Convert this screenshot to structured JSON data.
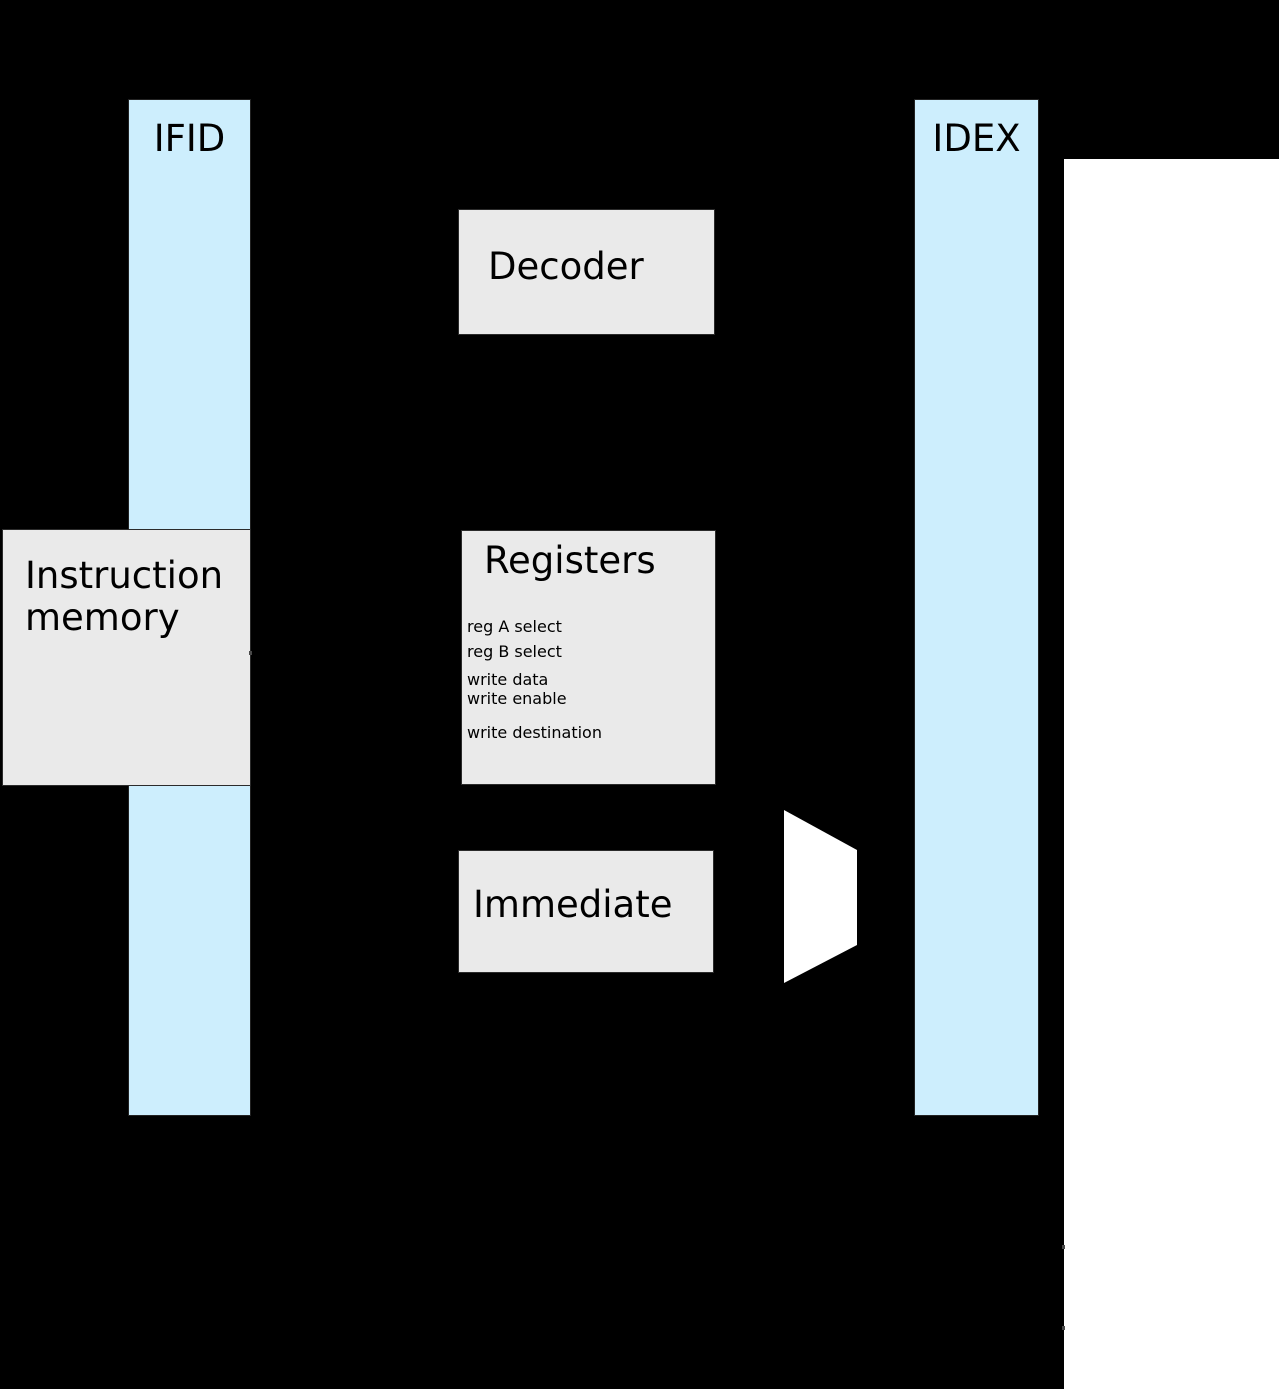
{
  "diagram": {
    "title": "CPU pipeline instruction decode stage",
    "background_color": "#000000",
    "panel_color": "#ffffff",
    "pipeline_register_color": "#cdeefd",
    "unit_fill_color": "#eaeaea",
    "unit_border_color": "#2b2b2b",
    "mux_fill_color": "#ffffff"
  },
  "pipeline_registers": [
    {
      "id": "ifid",
      "label": "IFID"
    },
    {
      "id": "idex",
      "label": "IDEX"
    }
  ],
  "units": [
    {
      "id": "decoder",
      "title": "Decoder"
    },
    {
      "id": "instruction-memory",
      "title": "Instruction\nmemory"
    },
    {
      "id": "immediate",
      "title": "Immediate"
    }
  ],
  "registers_unit": {
    "title": "Registers",
    "ports": [
      {
        "label": "reg A select"
      },
      {
        "label": "reg B select"
      },
      {
        "label": "write data"
      },
      {
        "label": "write enable"
      },
      {
        "label": "write destination"
      }
    ]
  },
  "mux": {
    "id": "operand-mux",
    "label": ""
  }
}
